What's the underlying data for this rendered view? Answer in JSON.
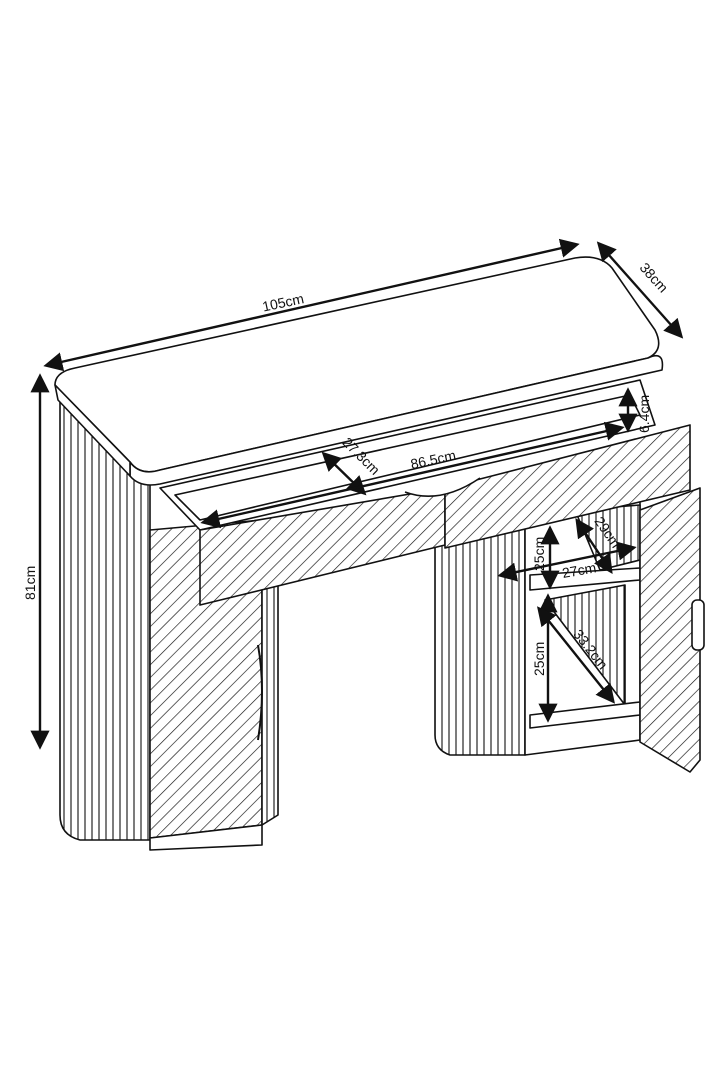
{
  "dimensions": {
    "width": "105cm",
    "depth": "38cm",
    "height": "81cm",
    "drawer_depth": "27.3cm",
    "drawer_width": "86.5cm",
    "drawer_height": "6.4cm",
    "upper_shelf_depth": "29cm",
    "upper_shelf_height": "25cm",
    "shelf_width": "27cm",
    "lower_shelf_height": "25cm",
    "lower_shelf_diagonal": "33.2cm"
  },
  "colors": {
    "line": "#111111",
    "background": "#ffffff"
  }
}
